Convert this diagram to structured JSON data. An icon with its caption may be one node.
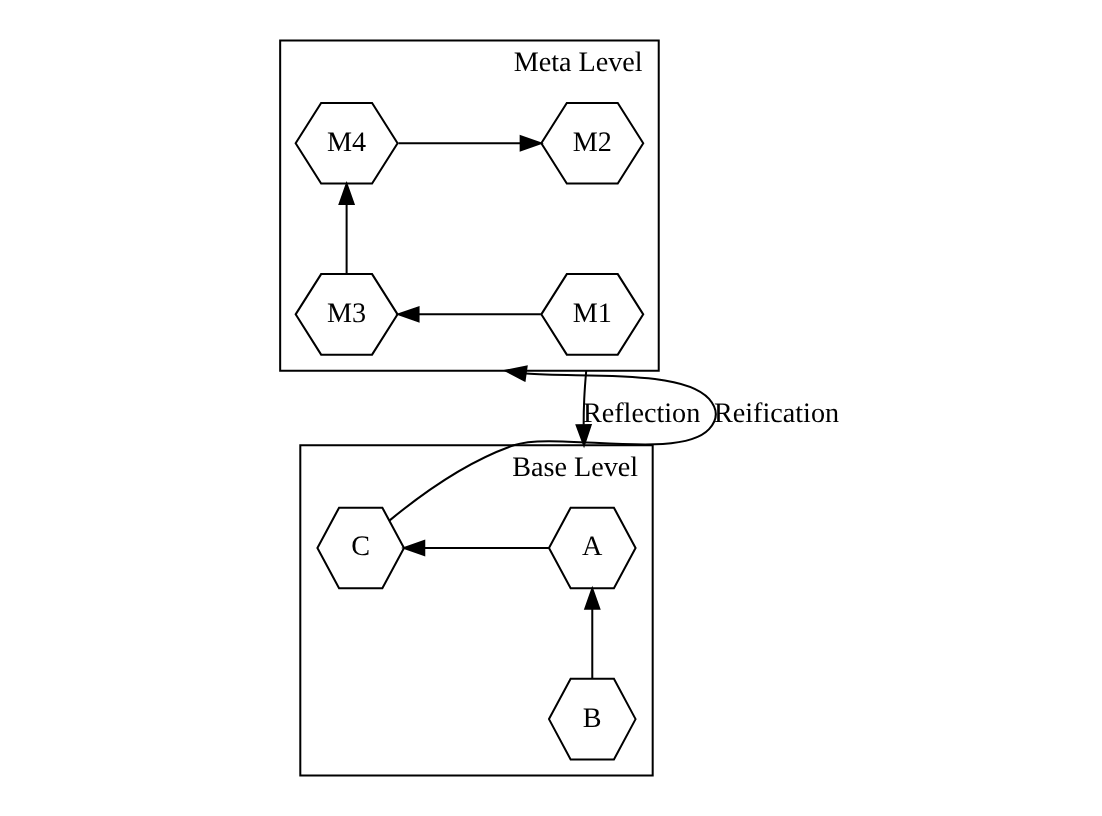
{
  "diagram": {
    "nodes": [
      {
        "text": [
          "Meta Level"
        ]
      },
      {
        "text": [
          "M4"
        ],
        "in": 0
      },
      {
        "text": [
          "M2"
        ],
        "in": 0
      },
      {
        "text": [
          "M1"
        ],
        "in": 0
      },
      {
        "text": [
          "M3"
        ],
        "in": 0
      },
      {
        "text": [
          "Base Level"
        ]
      },
      {
        "text": [
          "C"
        ],
        "in": 5
      },
      {
        "text": [
          "A"
        ],
        "in": 5
      },
      {
        "text": [
          "B"
        ],
        "in": 5
      }
    ],
    "edges": [
      {
        "from": 1,
        "to": 2,
        "arrow": "to"
      },
      {
        "from": 3,
        "to": 4,
        "arrow": "to"
      },
      {
        "from": 4,
        "to": 1,
        "arrow": "to"
      },
      {
        "from": 6,
        "to": 0,
        "arrow": "to",
        "label": "Reification"
      },
      {
        "from": 0,
        "to": 5,
        "arrow": "to",
        "label": "Reflection"
      },
      {
        "from": 7,
        "to": 6,
        "arrow": "to"
      },
      {
        "from": 8,
        "to": 7,
        "arrow": "to"
      }
    ]
  }
}
